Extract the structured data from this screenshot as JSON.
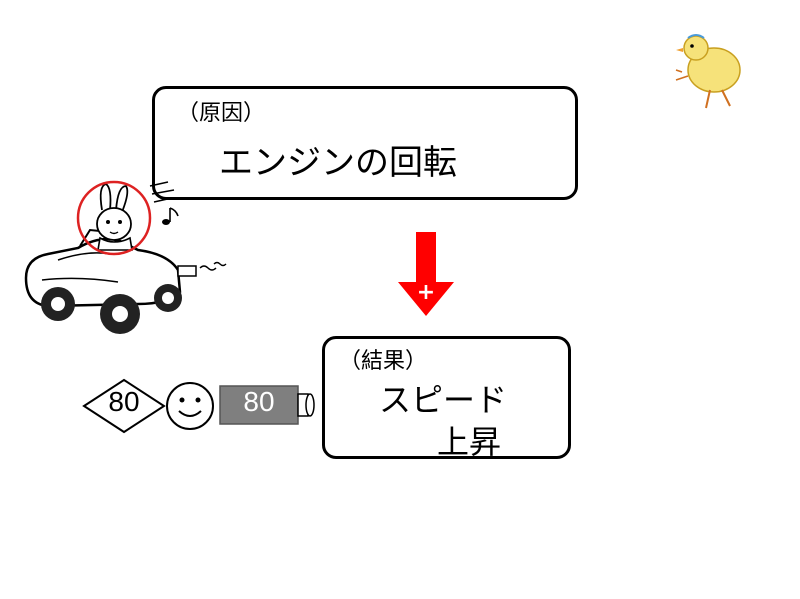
{
  "cause": {
    "tag": "（原因）",
    "text": "エンジンの回転"
  },
  "result": {
    "tag": "（結果）",
    "line1": "スピード",
    "line2": "上昇"
  },
  "arrow": {
    "color": "#ff0000",
    "symbol": "+"
  },
  "indicators": {
    "sign_value": "80",
    "battery_value": "80"
  },
  "icons": [
    "rabbit-car-icon",
    "chick-icon",
    "smiley-icon",
    "music-note-icon",
    "speed-sign-icon",
    "battery-icon"
  ]
}
